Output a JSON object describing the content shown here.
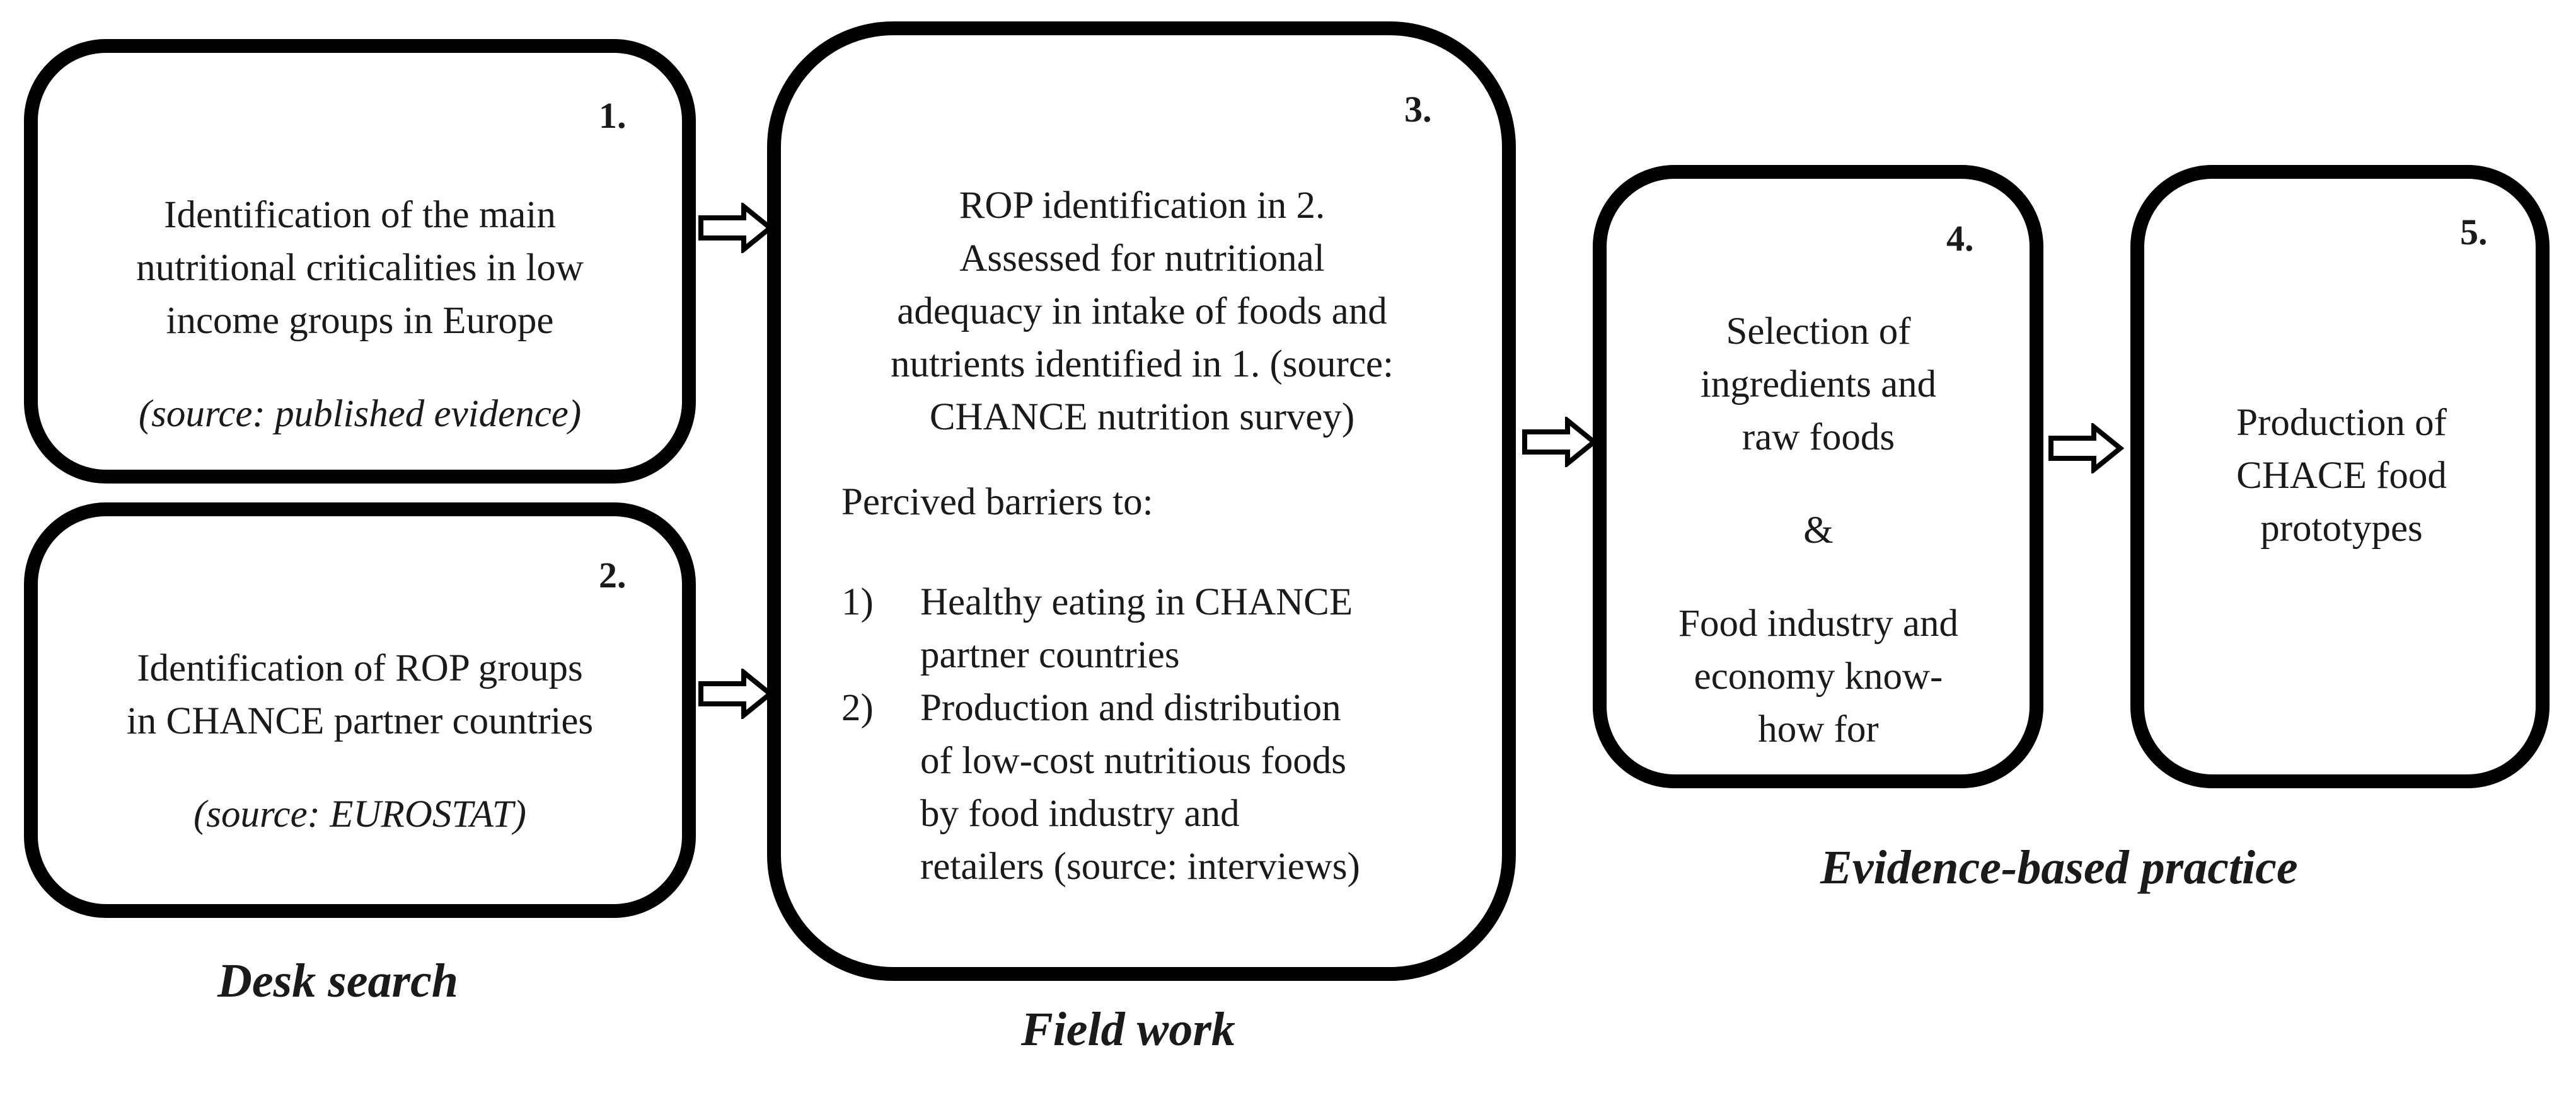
{
  "box1": {
    "number": "1.",
    "lines": [
      "Identification of the main",
      "nutritional criticalities in low",
      "income groups in Europe"
    ],
    "source": "(source: published evidence)"
  },
  "box2": {
    "number": "2.",
    "lines": [
      "Identification of ROP groups",
      "in CHANCE partner countries"
    ],
    "source": "(source: EUROSTAT)"
  },
  "box3": {
    "number": "3.",
    "lines": [
      "ROP identification in 2.",
      "Assessed for nutritional",
      "adequacy in intake of foods and",
      "nutrients identified in 1. (source:",
      "CHANCE nutrition survey)"
    ],
    "barriers_heading": "Percived barriers to:",
    "items": [
      {
        "marker": "1)",
        "text_lines": [
          "Healthy eating in CHANCE",
          "partner countries"
        ]
      },
      {
        "marker": "2)",
        "text_lines": [
          "Production and distribution",
          "of low-cost nutritious foods",
          "by food industry and",
          "retailers (source: interviews)"
        ]
      }
    ]
  },
  "box4": {
    "number": "4.",
    "lines_a": [
      "Selection of",
      "ingredients and",
      "raw foods"
    ],
    "ampersand": "&",
    "lines_b": [
      "Food industry and",
      "economy know-",
      "how for"
    ]
  },
  "box5": {
    "number": "5.",
    "lines": [
      "Production of",
      "CHACE food",
      "prototypes"
    ]
  },
  "captions": {
    "desk": "Desk search",
    "field": "Field work",
    "evidence": "Evidence-based practice"
  }
}
